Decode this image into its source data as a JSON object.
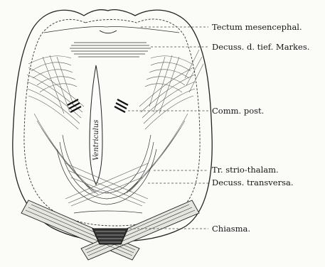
{
  "figure": {
    "inner_label": "Ventriculus",
    "labels": [
      {
        "id": "tectum",
        "text": "Tectum mesencephal."
      },
      {
        "id": "decuss-tief",
        "text": "Decuss. d. tief. Markes."
      },
      {
        "id": "comm-post",
        "text": "Comm. post."
      },
      {
        "id": "tr-strio",
        "text": "Tr. strio-thalam."
      },
      {
        "id": "decuss-transversa",
        "text": "Decuss. transversa."
      },
      {
        "id": "chiasma",
        "text": "Chiasma."
      }
    ]
  }
}
